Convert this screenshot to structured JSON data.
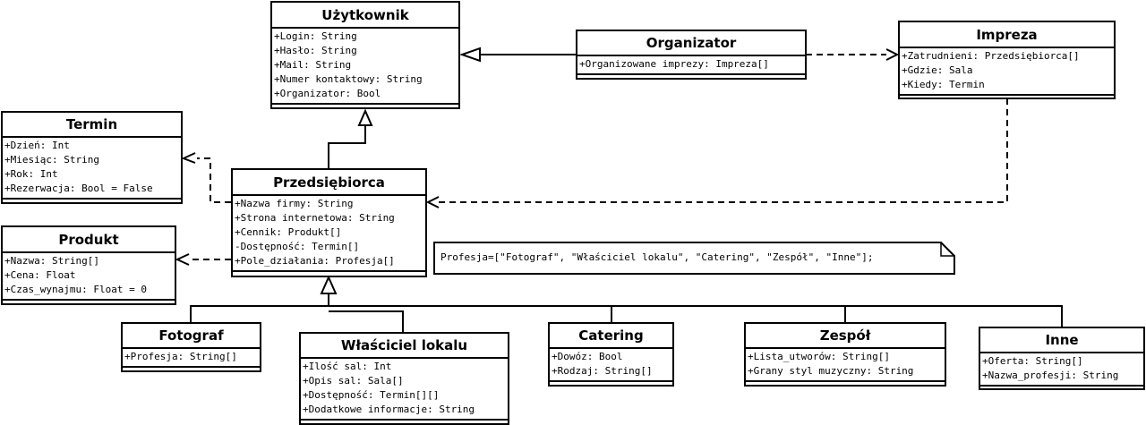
{
  "classes": {
    "uzytkownik": {
      "name": "Użytkownik",
      "attrs": [
        "+Login: String",
        "+Hasło: String",
        "+Mail: String",
        "+Numer kontaktowy: String",
        "+Organizator: Bool"
      ]
    },
    "organizator": {
      "name": "Organizator",
      "attrs": [
        "+Organizowane imprezy: Impreza[]"
      ]
    },
    "impreza": {
      "name": "Impreza",
      "attrs": [
        "+Zatrudnieni: Przedsiębiorca[]",
        "+Gdzie: Sala",
        "+Kiedy: Termin"
      ]
    },
    "termin": {
      "name": "Termin",
      "attrs": [
        "+Dzień: Int",
        "+Miesiąc: String",
        "+Rok: Int",
        "+Rezerwacja: Bool = False"
      ]
    },
    "przedsiebiorca": {
      "name": "Przedsiębiorca",
      "attrs": [
        "+Nazwa firmy: String",
        "+Strona internetowa: String",
        "+Cennik: Produkt[]",
        "-Dostępność: Termin[]",
        "+Pole_działania: Profesja[]"
      ]
    },
    "produkt": {
      "name": "Produkt",
      "attrs": [
        "+Nazwa: String[]",
        "+Cena: Float",
        "+Czas_wynajmu: Float = 0"
      ]
    },
    "fotograf": {
      "name": "Fotograf",
      "attrs": [
        "+Profesja: String[]"
      ]
    },
    "wlasciciel": {
      "name": "Właściciel lokalu",
      "attrs": [
        "+Ilość sal: Int",
        "+Opis sal: Sala[]",
        "+Dostępność: Termin[][]",
        "+Dodatkowe informacje: String"
      ]
    },
    "catering": {
      "name": "Catering",
      "attrs": [
        "+Dowóz: Bool",
        "+Rodzaj: String[]"
      ]
    },
    "zespol": {
      "name": "Zespół",
      "attrs": [
        "+Lista_utworów: String[]",
        "+Grany styl muzyczny: String"
      ]
    },
    "inne": {
      "name": "Inne",
      "attrs": [
        "+Oferta: String[]",
        "+Nazwa_profesji: String"
      ]
    }
  },
  "note": {
    "text": "Profesja=[\"Fotograf\", \"Właściciel lokalu\", \"Catering\", \"Zespół\", \"Inne\"];"
  }
}
